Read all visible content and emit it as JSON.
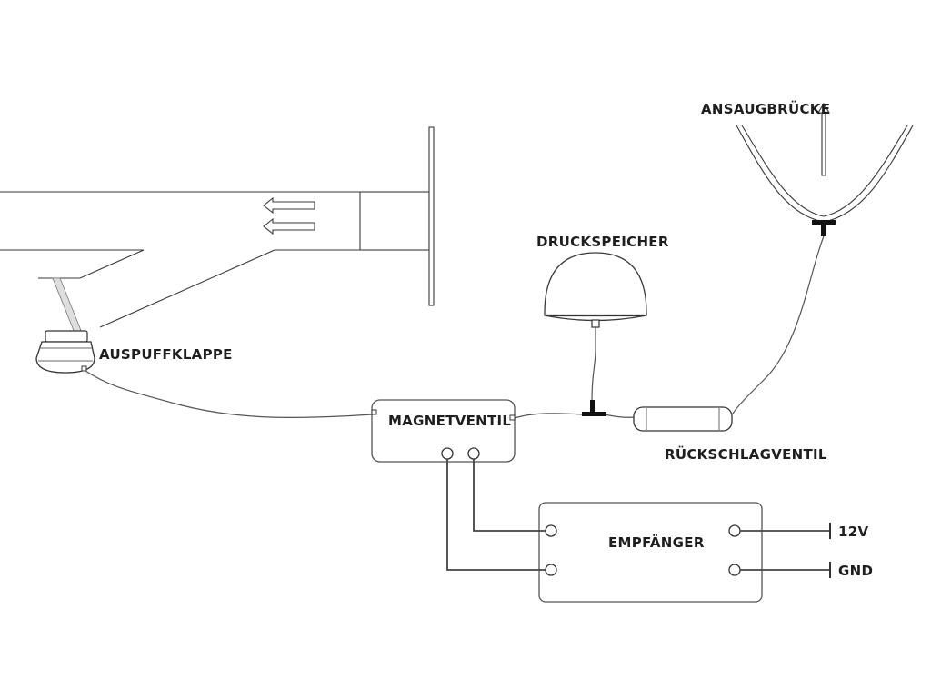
{
  "labels": {
    "exhaust_flap": "AUSPUFFKLAPPE",
    "solenoid_valve": "MAGNETVENTIL",
    "pressure_tank": "DRUCKSPEICHER",
    "intake_bridge": "ANSAUGBRÜCKE",
    "check_valve": "RÜCKSCHLAGVENTIL",
    "receiver": "EMPFÄNGER",
    "power_12v": "12V",
    "ground": "GND"
  }
}
